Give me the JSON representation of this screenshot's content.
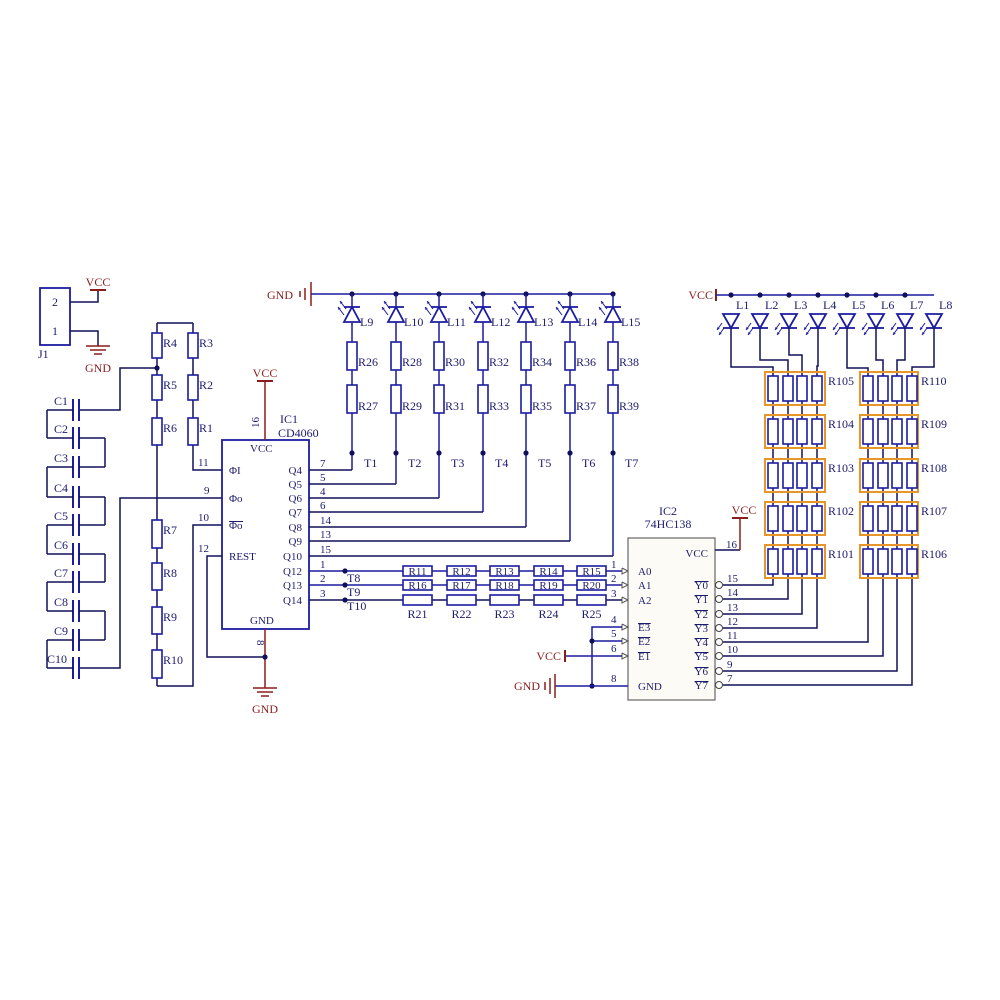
{
  "power": {
    "vcc": "VCC",
    "gnd": "GND"
  },
  "connector": {
    "ref": "J1",
    "pins": [
      "2",
      "1"
    ]
  },
  "capacitors": [
    "C1",
    "C2",
    "C3",
    "C4",
    "C5",
    "C6",
    "C7",
    "C8",
    "C9",
    "C10"
  ],
  "osc_resistors": {
    "left": [
      "R4",
      "R5",
      "R6",
      "R7",
      "R8",
      "R9",
      "R10"
    ],
    "right": [
      "R3",
      "R2",
      "R1"
    ]
  },
  "ic1": {
    "ref": "IC1",
    "part": "CD4060",
    "vcc": "VCC",
    "gnd": "GND",
    "vcc_pin": "16",
    "gnd_pin": "8",
    "left_pins": [
      {
        "name": "ΦI",
        "num": "11"
      },
      {
        "name": "Φo",
        "num": "9"
      },
      {
        "name": "Φo",
        "num": "10",
        "inverted": true
      },
      {
        "name": "REST",
        "num": "12"
      }
    ],
    "right_pins": [
      {
        "name": "Q4",
        "num": "7"
      },
      {
        "name": "Q5",
        "num": "5"
      },
      {
        "name": "Q6",
        "num": "4"
      },
      {
        "name": "Q7",
        "num": "6"
      },
      {
        "name": "Q8",
        "num": "14"
      },
      {
        "name": "Q9",
        "num": "13"
      },
      {
        "name": "Q10",
        "num": "15"
      },
      {
        "name": "Q12",
        "num": "1"
      },
      {
        "name": "Q13",
        "num": "2"
      },
      {
        "name": "Q14",
        "num": "3"
      }
    ]
  },
  "led_row_top": {
    "leds": [
      "L9",
      "L10",
      "L11",
      "L12",
      "L13",
      "L14",
      "L15"
    ],
    "r_upper": [
      "R26",
      "R28",
      "R30",
      "R32",
      "R34",
      "R36",
      "R38"
    ],
    "r_lower": [
      "R27",
      "R29",
      "R31",
      "R33",
      "R35",
      "R37",
      "R39"
    ],
    "test_points": [
      "T1",
      "T2",
      "T3",
      "T4",
      "T5",
      "T6",
      "T7"
    ]
  },
  "divider": {
    "test_points": [
      "T8",
      "T9",
      "T10"
    ],
    "rows": [
      [
        "R11",
        "R12",
        "R13",
        "R14",
        "R15"
      ],
      [
        "R16",
        "R17",
        "R18",
        "R19",
        "R20"
      ],
      [
        "R21",
        "R22",
        "R23",
        "R24",
        "R25"
      ]
    ]
  },
  "ic2": {
    "ref": "IC2",
    "part": "74HC138",
    "vcc": "VCC",
    "gnd": "GND",
    "vcc_pin": "16",
    "gnd_pin": "8",
    "address_pins": [
      {
        "name": "A0",
        "num": "1"
      },
      {
        "name": "A1",
        "num": "2"
      },
      {
        "name": "A2",
        "num": "3"
      }
    ],
    "enable_pins": [
      {
        "name": "E3",
        "num": "4",
        "inverted": true
      },
      {
        "name": "E2",
        "num": "5",
        "inverted": true
      },
      {
        "name": "E1",
        "num": "6",
        "inverted": true
      }
    ],
    "outputs": [
      {
        "name": "Y0",
        "num": "15"
      },
      {
        "name": "Y1",
        "num": "14"
      },
      {
        "name": "Y2",
        "num": "13"
      },
      {
        "name": "Y3",
        "num": "12"
      },
      {
        "name": "Y4",
        "num": "11"
      },
      {
        "name": "Y5",
        "num": "10"
      },
      {
        "name": "Y6",
        "num": "9"
      },
      {
        "name": "Y7",
        "num": "7"
      }
    ]
  },
  "led_row_right": {
    "leds": [
      "L1",
      "L2",
      "L3",
      "L4",
      "L5",
      "L6",
      "L7",
      "L8"
    ],
    "arrays_left": [
      "R105",
      "R104",
      "R103",
      "R102",
      "R101"
    ],
    "arrays_right": [
      "R110",
      "R109",
      "R108",
      "R107",
      "R106"
    ]
  },
  "colors": {
    "wire": "#10105a",
    "component": "#1c1ca0",
    "power": "#8b1c1c",
    "array": "#e8952a",
    "ic_fill": "#fdfbf6"
  }
}
